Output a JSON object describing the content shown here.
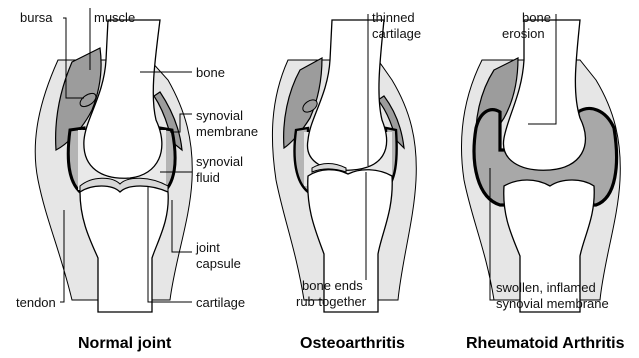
{
  "labels": {
    "bursa": "bursa",
    "muscle": "muscle",
    "bone": "bone",
    "synovial_membrane_1": "synovial",
    "synovial_membrane_2": "membrane",
    "synovial_fluid_1": "synovial",
    "synovial_fluid_2": "fluid",
    "joint_capsule_1": "joint",
    "joint_capsule_2": "capsule",
    "cartilage": "cartilage",
    "tendon": "tendon",
    "thinned_cartilage_1": "thinned",
    "thinned_cartilage_2": "cartilage",
    "bone_ends_1": "bone ends",
    "bone_ends_2": "rub together",
    "bone_erosion_1": "bone",
    "bone_erosion_2": "erosion",
    "swollen_1": "swollen, inflamed",
    "swollen_2": "synovial membrane"
  },
  "captions": {
    "normal": "Normal joint",
    "osteo": "Osteoarthritis",
    "rheum": "Rheumatoid Arthritis"
  },
  "colors": {
    "muscle": "#9c9c9c",
    "synovial_membrane": "#b4b4b4",
    "capsule": "#e6e6e6",
    "cartilage": "#d8d8d8",
    "bone": "#ffffff"
  }
}
